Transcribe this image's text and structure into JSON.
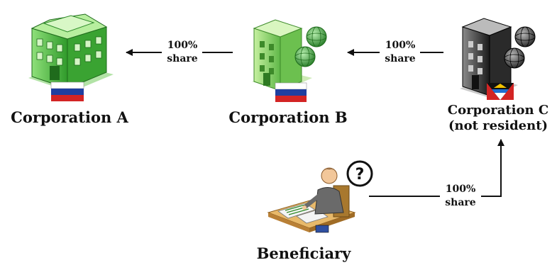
{
  "nodes": {
    "corp_a": {
      "label": "Corporation A"
    },
    "corp_b": {
      "label": "Corporation B"
    },
    "corp_c": {
      "label_line1": "Corporation C",
      "label_line2": "(not resident)"
    },
    "beneficiary": {
      "label": "Beneficiary"
    }
  },
  "edges": [
    {
      "from": "Corporation B",
      "to": "Corporation A",
      "pct": "100%",
      "word": "share"
    },
    {
      "from": "Corporation C",
      "to": "Corporation B",
      "pct": "100%",
      "word": "share"
    },
    {
      "from": "Beneficiary",
      "to": "Corporation C",
      "pct": "100%",
      "word": "share"
    }
  ],
  "unknown_marker": "?",
  "colors": {
    "green_building": "#63c04a",
    "green_building_dark": "#2e8a26",
    "light_green_building": "#9bd86b",
    "dark_building": "#333333",
    "globe": "#3d9a3a",
    "flag_white": "#ffffff",
    "flag_blue": "#1f3fa0",
    "flag_red": "#d32424"
  }
}
